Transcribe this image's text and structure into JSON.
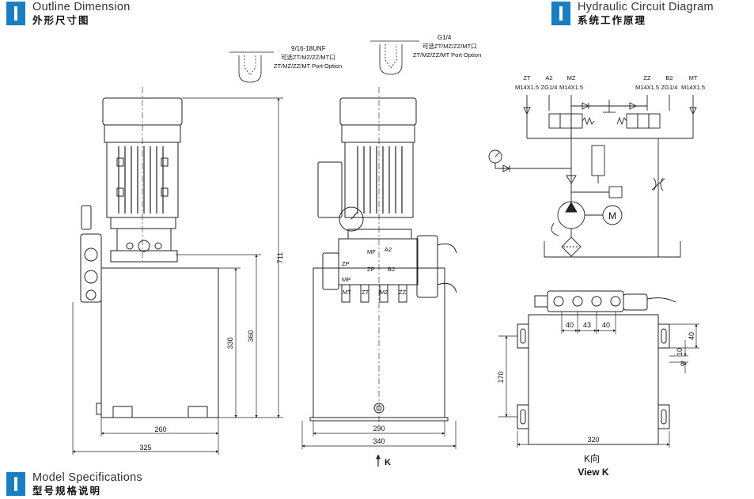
{
  "sections": {
    "outline": {
      "en": "Outline Dimension",
      "zh": "外形尺寸图"
    },
    "circuit": {
      "en": "Hydraulic Circuit Diagram",
      "zh": "系统工作原理"
    },
    "model": {
      "en": "Model Specifications",
      "zh": "型号规格说明"
    }
  },
  "ports": {
    "left_thread": "9/16-18UNF",
    "left_note": "可选ZT/MZ/ZZ/MT口",
    "left_note2": "ZT/MZ/ZZ/MT Port Option",
    "right_thread": "G1/4",
    "right_note": "可选ZT/MZ/ZZ/MT口",
    "right_note2": "ZT/MZ/ZZ/MT Port Option"
  },
  "dims": {
    "d711": "711",
    "d330": "330",
    "d360": "360",
    "d260": "260",
    "d325": "325",
    "d290": "290",
    "d340": "340",
    "d40a": "40",
    "d43": "43",
    "d40b": "40",
    "d170": "170",
    "d320": "320",
    "d40r": "40",
    "d10": "10",
    "d8": "8"
  },
  "block_labels": {
    "mf": "MF",
    "a2": "A2",
    "zp": "ZP",
    "zp2": "ZP",
    "b2": "B2",
    "mp": "MP",
    "mt": "MT",
    "zt": "ZT",
    "mz": "MZ",
    "zz": "ZZ"
  },
  "view": {
    "k_arrow": "K",
    "k_cn": "K向",
    "k_en": "View K"
  },
  "circuit": {
    "zt": "ZT",
    "zt_spec": "M14X1.5",
    "a2": "A2",
    "a2_spec": "ZG1/4",
    "mz": "MZ",
    "mz_spec": "M14X1.5",
    "zz": "ZZ",
    "zz_spec": "M14X1.5",
    "b2": "B2",
    "b2_spec": "ZG1/4",
    "mt": "MT",
    "mt_spec": "M14X1.5",
    "motor": "M"
  },
  "colors": {
    "accent": "#1a7fc1",
    "line": "#222222"
  }
}
